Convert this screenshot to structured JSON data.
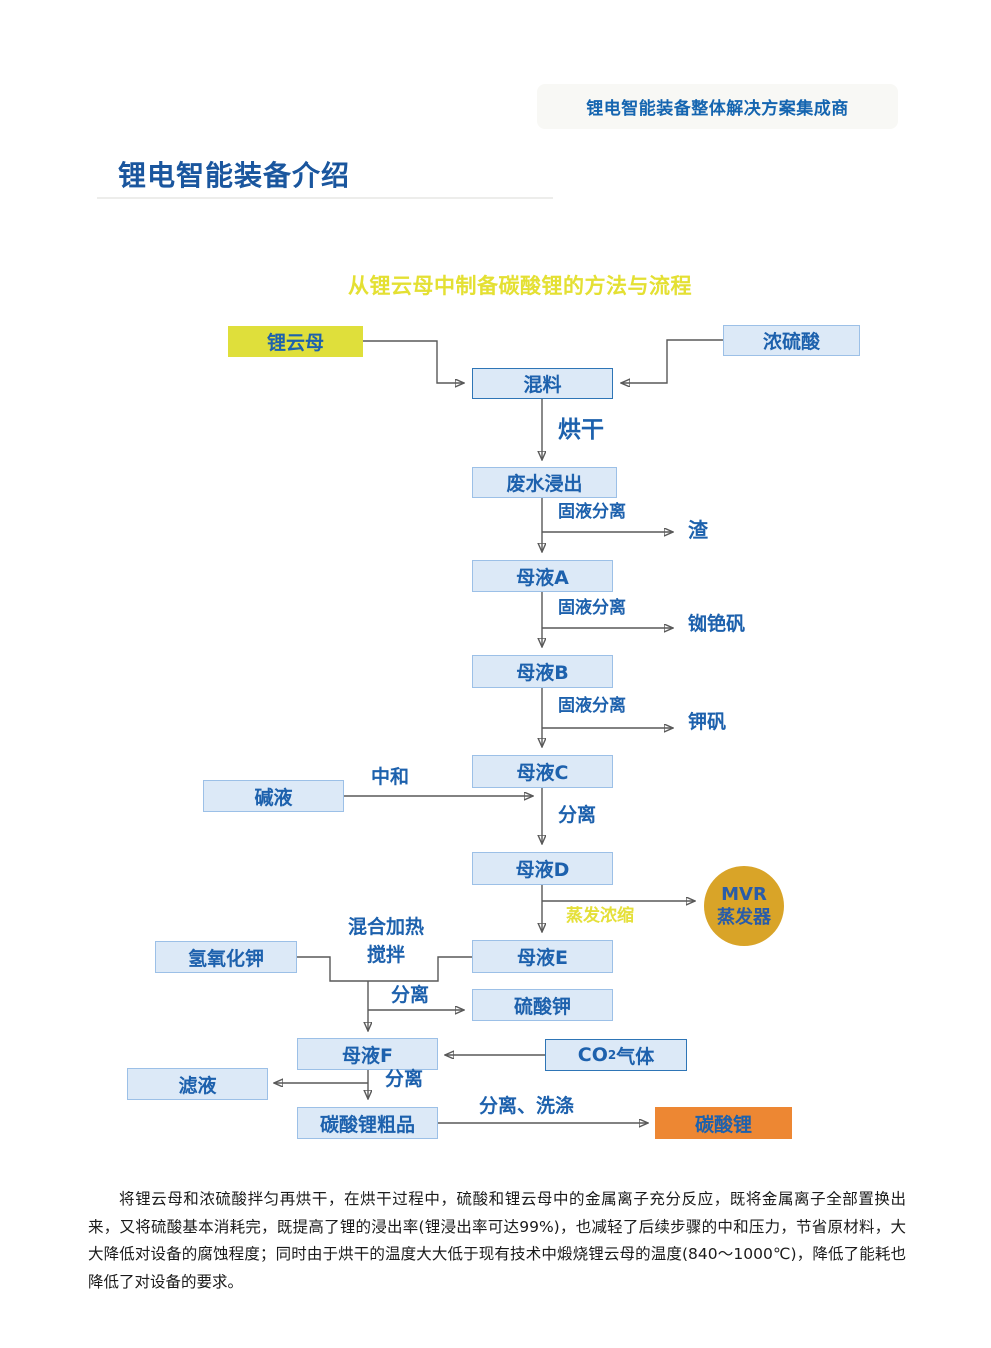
{
  "header": {
    "badge": "锂电智能装备整体解决方案集成商"
  },
  "title": "锂电智能装备介绍",
  "diagram": {
    "title": "从锂云母中制备碳酸锂的方法与流程",
    "nodes": {
      "lepidolite": "锂云母",
      "sulfuric_acid": "浓硫酸",
      "mixing": "混料",
      "waste_water_leaching": "废水浸出",
      "mother_liquor_a": "母液A",
      "mother_liquor_b": "母液B",
      "mother_liquor_c": "母液C",
      "alkali": "碱液",
      "mother_liquor_d": "母液D",
      "mvr": {
        "line1": "MVR",
        "line2": "蒸发器"
      },
      "koh": "氢氧化钾",
      "mother_liquor_e": "母液E",
      "potassium_sulfate": "硫酸钾",
      "mother_liquor_f": "母液F",
      "co2": {
        "pre": "CO",
        "sub": "2",
        "post": "气体"
      },
      "filtrate": "滤液",
      "crude_lithium_carbonate": "碳酸锂粗品",
      "lithium_carbonate": "碳酸锂"
    },
    "edge_labels": {
      "drying": "烘干",
      "solid_liquid_separation": "固液分离",
      "slag": "渣",
      "rb_cs_alum": "铷铯矾",
      "potassium_alum": "钾矾",
      "neutralize": "中和",
      "separation": "分离",
      "evaporation_concentration": "蒸发浓缩",
      "mix_heat": "混合加热",
      "stir": "搅拌",
      "separation_washing": "分离、洗涤"
    }
  },
  "paragraph": "将锂云母和浓硫酸拌匀再烘干，在烘干过程中，硫酸和锂云母中的金属离子充分反应，既将金属离子全部置换出来，又将硫酸基本消耗完，既提高了锂的浸出率(锂浸出率可达99%)，也减轻了后续步骤的中和压力，节省原材料，大大降低对设备的腐蚀程度；同时由于烘干的温度大大低于现有技术中煅烧锂云母的温度(840～1000℃)，降低了能耗也降低了对设备的要求。",
  "colors": {
    "accent_blue": "#1d61ad",
    "title_blue": "#1a569e",
    "badge_blue": "#1565b0",
    "node_fill": "#dce9f7",
    "node_border": "#9cc0e7",
    "node_border_dark": "#2e75b6",
    "yellow_node": "#dfdf3b",
    "yellow_title": "#e4e033",
    "orange_node": "#ed8733",
    "mvr_gold": "#d9a428",
    "wire_gray": "#595959"
  }
}
